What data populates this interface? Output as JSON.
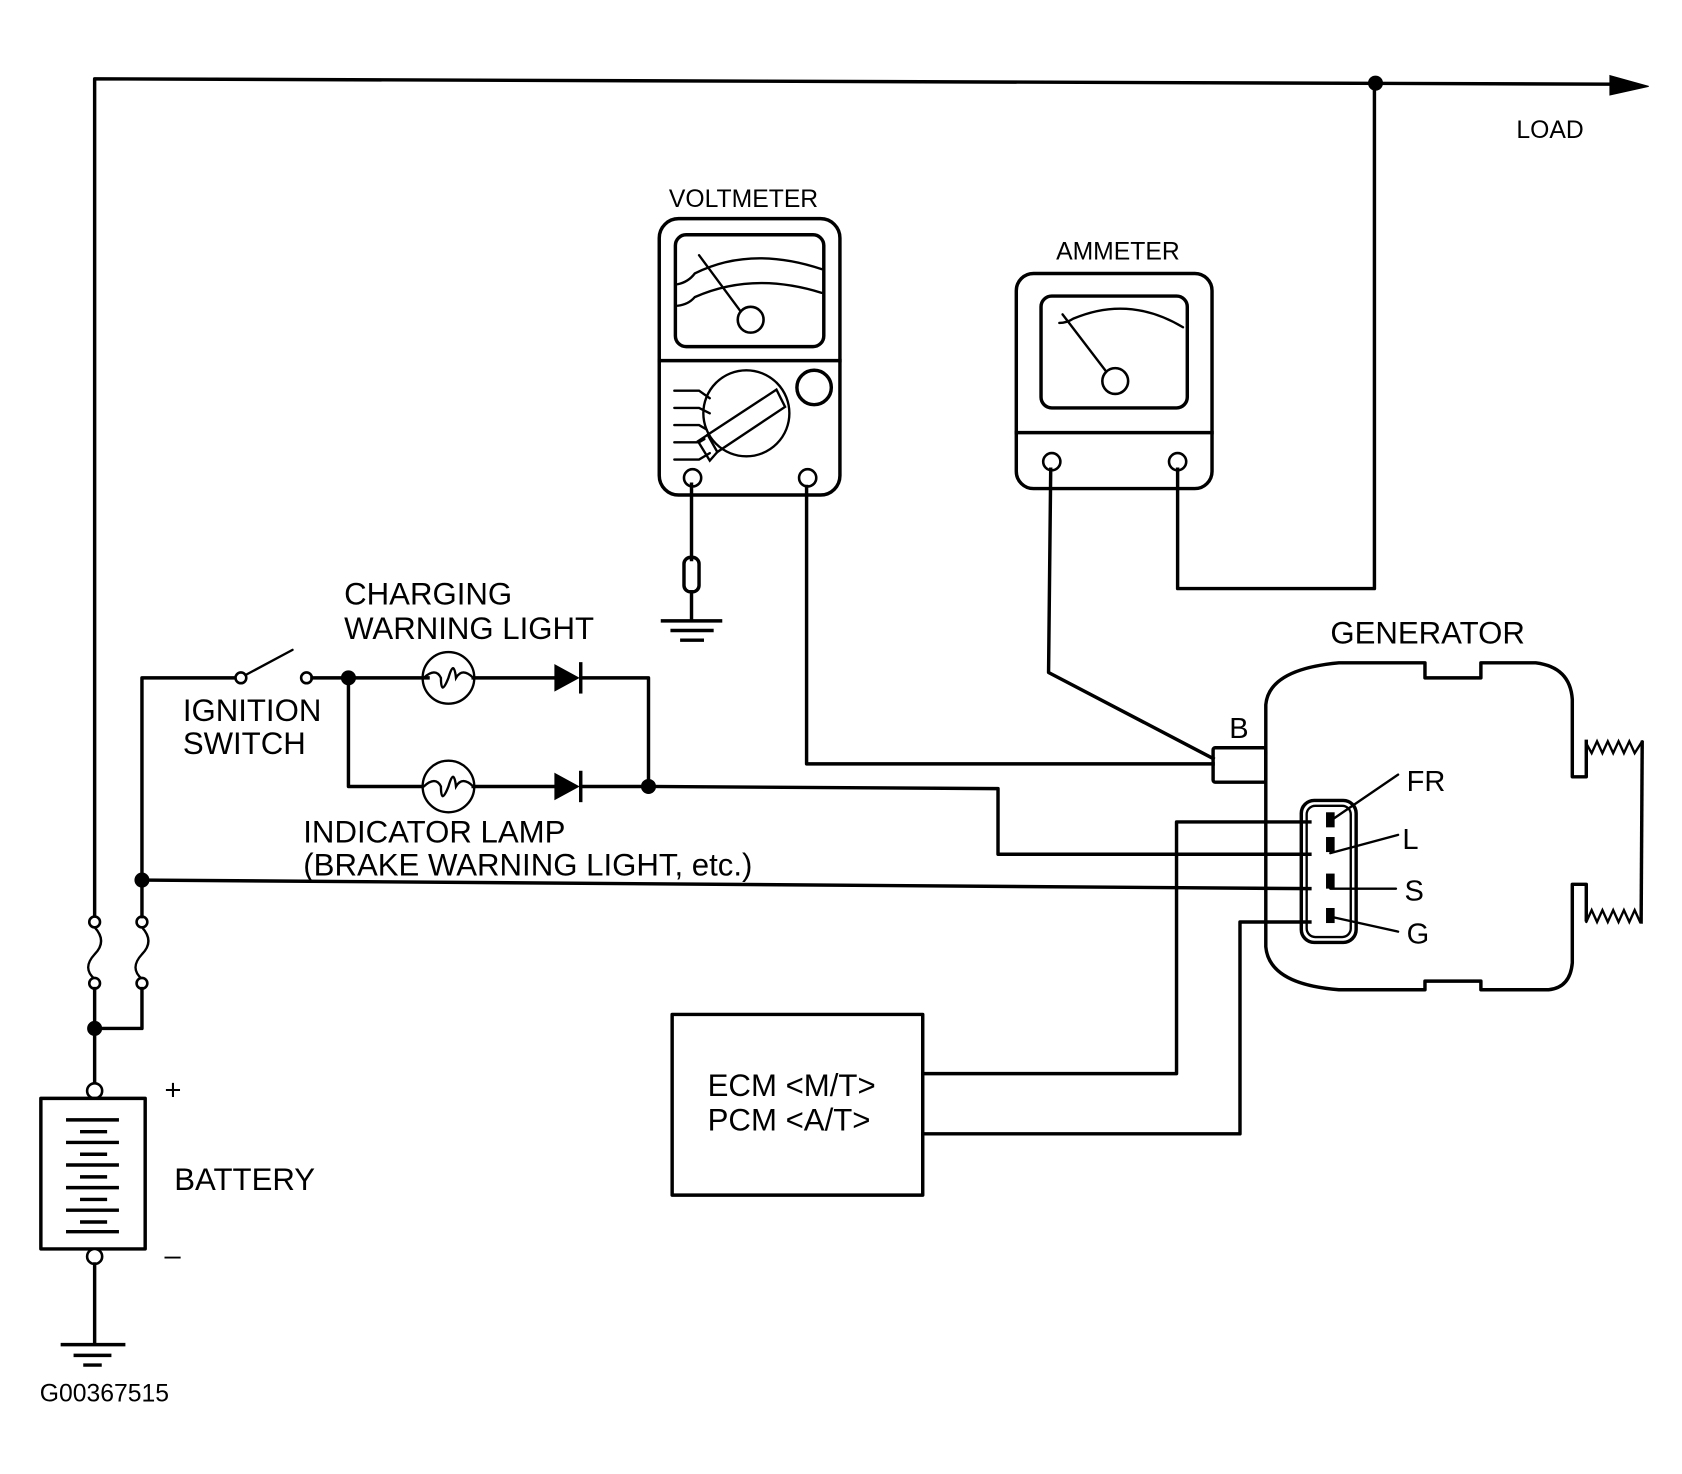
{
  "diagram": {
    "title": "Charging system test circuit",
    "figure_id": "G00367515",
    "labels": {
      "load": "LOAD",
      "voltmeter": "VOLTMETER",
      "ammeter": "AMMETER",
      "charging_warning_light_1": "CHARGING",
      "charging_warning_light_2": "WARNING LIGHT",
      "ignition_switch_1": "IGNITION",
      "ignition_switch_2": "SWITCH",
      "indicator_lamp_1": "INDICATOR LAMP",
      "indicator_lamp_2": "(BRAKE WARNING LIGHT, etc.)",
      "generator": "GENERATOR",
      "terminal_b": "B",
      "terminal_fr": "FR",
      "terminal_l": "L",
      "terminal_s": "S",
      "terminal_g": "G",
      "ecm": "ECM <M/T>",
      "pcm": "PCM <A/T>",
      "battery": "BATTERY",
      "battery_positive": "+",
      "battery_negative": "–"
    },
    "components": [
      {
        "id": "battery",
        "type": "battery-icon"
      },
      {
        "id": "fuse-main",
        "type": "fuse-icon"
      },
      {
        "id": "fuse-ignition",
        "type": "fuse-icon"
      },
      {
        "id": "ignition-switch",
        "type": "switch-icon"
      },
      {
        "id": "charging-warning-light",
        "type": "lamp-icon"
      },
      {
        "id": "indicator-lamp",
        "type": "lamp-icon"
      },
      {
        "id": "diode-1",
        "type": "diode-icon"
      },
      {
        "id": "diode-2",
        "type": "diode-icon"
      },
      {
        "id": "voltmeter",
        "type": "meter-icon"
      },
      {
        "id": "ammeter",
        "type": "meter-icon"
      },
      {
        "id": "generator",
        "type": "generator-icon"
      },
      {
        "id": "ecm-pcm",
        "type": "module-box"
      },
      {
        "id": "ground",
        "type": "ground-icon"
      }
    ]
  }
}
